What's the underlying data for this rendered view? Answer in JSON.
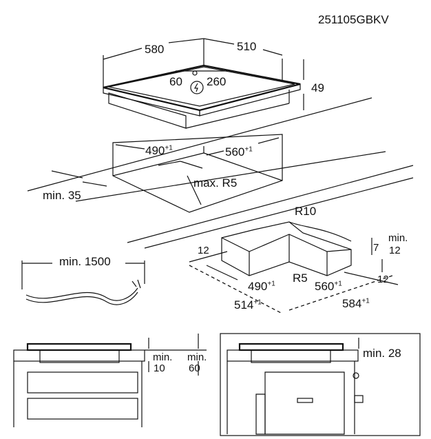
{
  "doc_code": "251105GBKV",
  "hob": {
    "width": "580",
    "depth": "510",
    "cable_left": "60",
    "cable_right": "260",
    "height": "49"
  },
  "cutout": {
    "width": "490",
    "width_tol": "+1",
    "depth": "560",
    "depth_tol": "+1",
    "radius": "max. R5",
    "min_front": "min. 35"
  },
  "cable": {
    "length": "min. 1500"
  },
  "frame": {
    "r10": "R10",
    "r5": "R5",
    "w": "490",
    "w_tol": "+1",
    "d": "560",
    "d_tol": "+1",
    "ow": "514",
    "ow_tol": "+1",
    "od": "584",
    "od_tol": "+1",
    "left12": "12",
    "right12": "12",
    "side_min": "min.",
    "side7": "7",
    "side12": "12"
  },
  "section_left": {
    "min_a": "min.",
    "val_a": "10",
    "min_b": "min.",
    "val_b": "60"
  },
  "section_right": {
    "min_c": "min. 28"
  }
}
